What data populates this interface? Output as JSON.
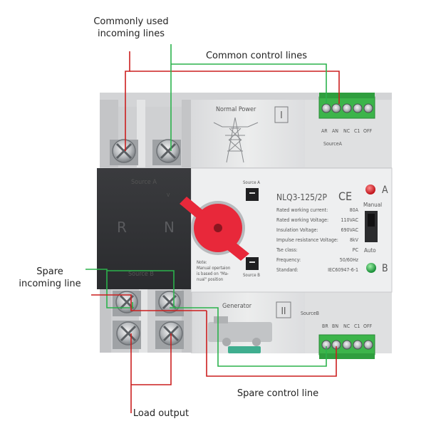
{
  "callouts": {
    "commonly_used_incoming_line1": "Commonly used",
    "commonly_used_incoming_line2": "incoming lines",
    "common_control_lines": "Common control lines",
    "spare_incoming_line1": "Spare",
    "spare_incoming_line2": "incoming line",
    "spare_control_line": "Spare control line",
    "load_output": "Load output"
  },
  "device": {
    "normal_power_label": "Normal Power",
    "normal_power_roman": "I",
    "source_a_terminal_label": "SourceA",
    "top_terminals": [
      "AR",
      "AN",
      "NC",
      "C1",
      "OFF"
    ],
    "front_source_a": "Source A",
    "front_source_b": "Source B",
    "front_r": "R",
    "front_n": "N",
    "front_v": "V",
    "switch_source_a": "Source A",
    "switch_source_b": "Source B",
    "model": "NLQ3-125/2P",
    "ce_mark": "CE",
    "spec_lines": [
      {
        "label": "Rated working current:",
        "value": "80A"
      },
      {
        "label": "Rated working Voltage:",
        "value": "110VAC"
      },
      {
        "label": "Insulation Voltage:",
        "value": "690VAC"
      },
      {
        "label": "Impulse resistance Voltage:",
        "value": "8kV"
      },
      {
        "label": "Tse class:",
        "value": "PC"
      },
      {
        "label": "Frequency:",
        "value": "50/60Hz"
      },
      {
        "label": "Standard:",
        "value": "IEC60947-6-1"
      }
    ],
    "note_lines": [
      "Note:",
      "Manual opertaion",
      "is based on \"Ma-",
      "nual\" position"
    ],
    "indicator_a": "A",
    "indicator_b": "B",
    "manual_label": "Manual",
    "auto_label": "Auto",
    "generator_label": "Generator",
    "generator_roman": "II",
    "source_b_terminal_label": "SourceB",
    "bottom_terminals": [
      "BR",
      "BN",
      "NC",
      "C1",
      "OFF"
    ]
  },
  "colors": {
    "red_wire": "#cc1f1f",
    "green_wire": "#2bb24c",
    "terminal_green": "#3cb44a",
    "handle_red": "#e8283a",
    "indicator_red": "#d8232a",
    "indicator_green": "#2aa84a"
  }
}
